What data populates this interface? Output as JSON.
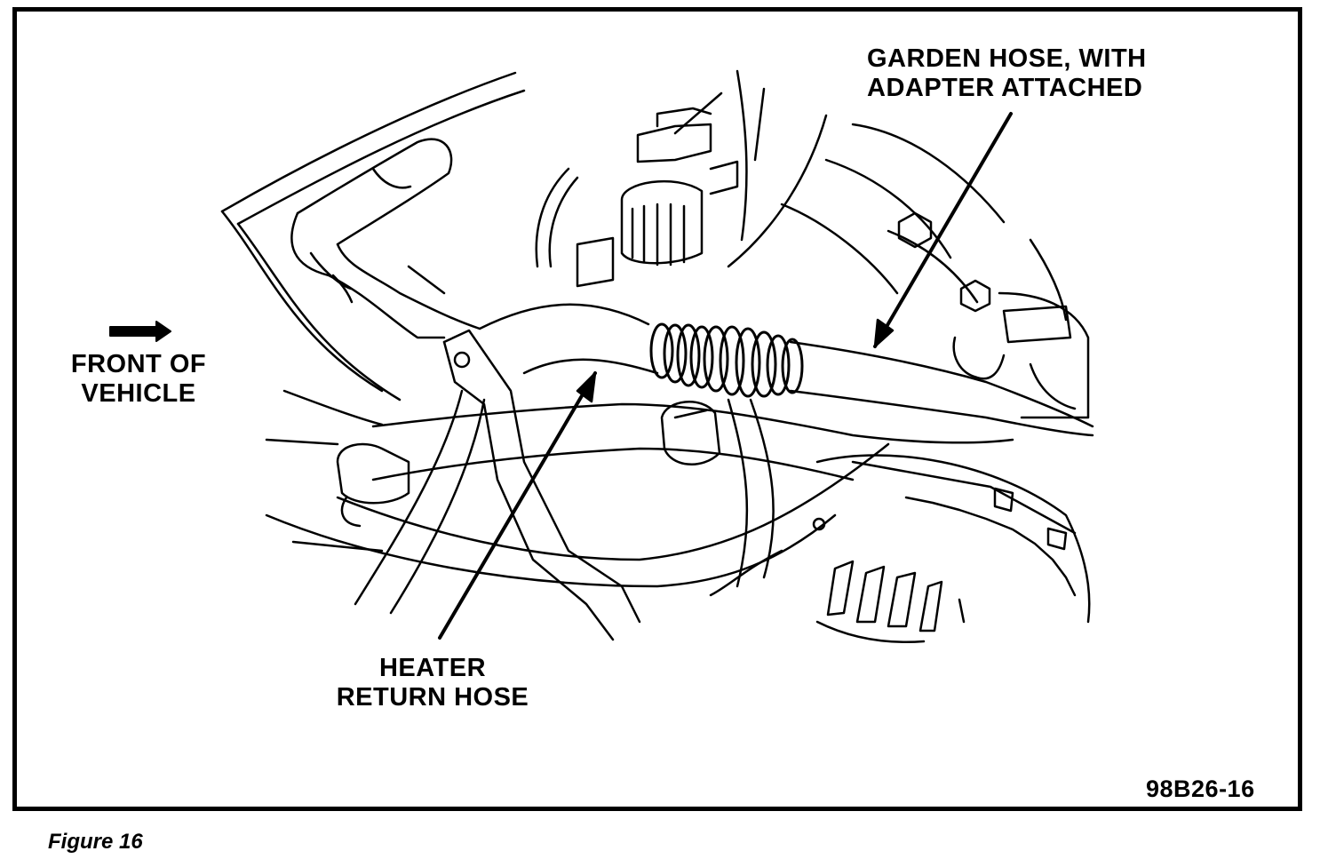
{
  "labels": {
    "garden_hose_line1": "GARDEN HOSE, WITH",
    "garden_hose_line2": "ADAPTER ATTACHED",
    "front_line1": "FRONT OF",
    "front_line2": "VEHICLE",
    "heater_line1": "HEATER",
    "heater_line2": "RETURN HOSE",
    "figure_code": "98B26-16"
  },
  "caption": "Figure 16",
  "colors": {
    "ink": "#000000",
    "paper": "#ffffff"
  },
  "icons": {
    "direction_arrow": "right-arrow-icon"
  }
}
